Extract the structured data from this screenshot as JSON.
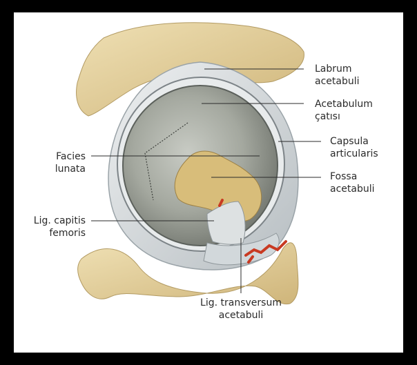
{
  "labels": {
    "labrum": [
      "Labrum",
      "acetabuli"
    ],
    "roof": [
      "Acetabulum",
      "çatısı"
    ],
    "capsula": [
      "Capsula",
      "articularis"
    ],
    "fossa": [
      "Fossa",
      "acetabuli"
    ],
    "facies": [
      "Facies",
      "lunata"
    ],
    "lig_capitis": [
      "Lig. capitis",
      "femoris"
    ],
    "lig_transversum": [
      "Lig. transversum",
      "acetabuli"
    ]
  },
  "colors": {
    "background": "#000000",
    "panel": "#ffffff",
    "bone": "#e3cf9b",
    "cartilage": "#9ea29b",
    "capsule": "#d8dde0",
    "fossa": "#d8bd7a",
    "vessel": "#c83a22"
  }
}
